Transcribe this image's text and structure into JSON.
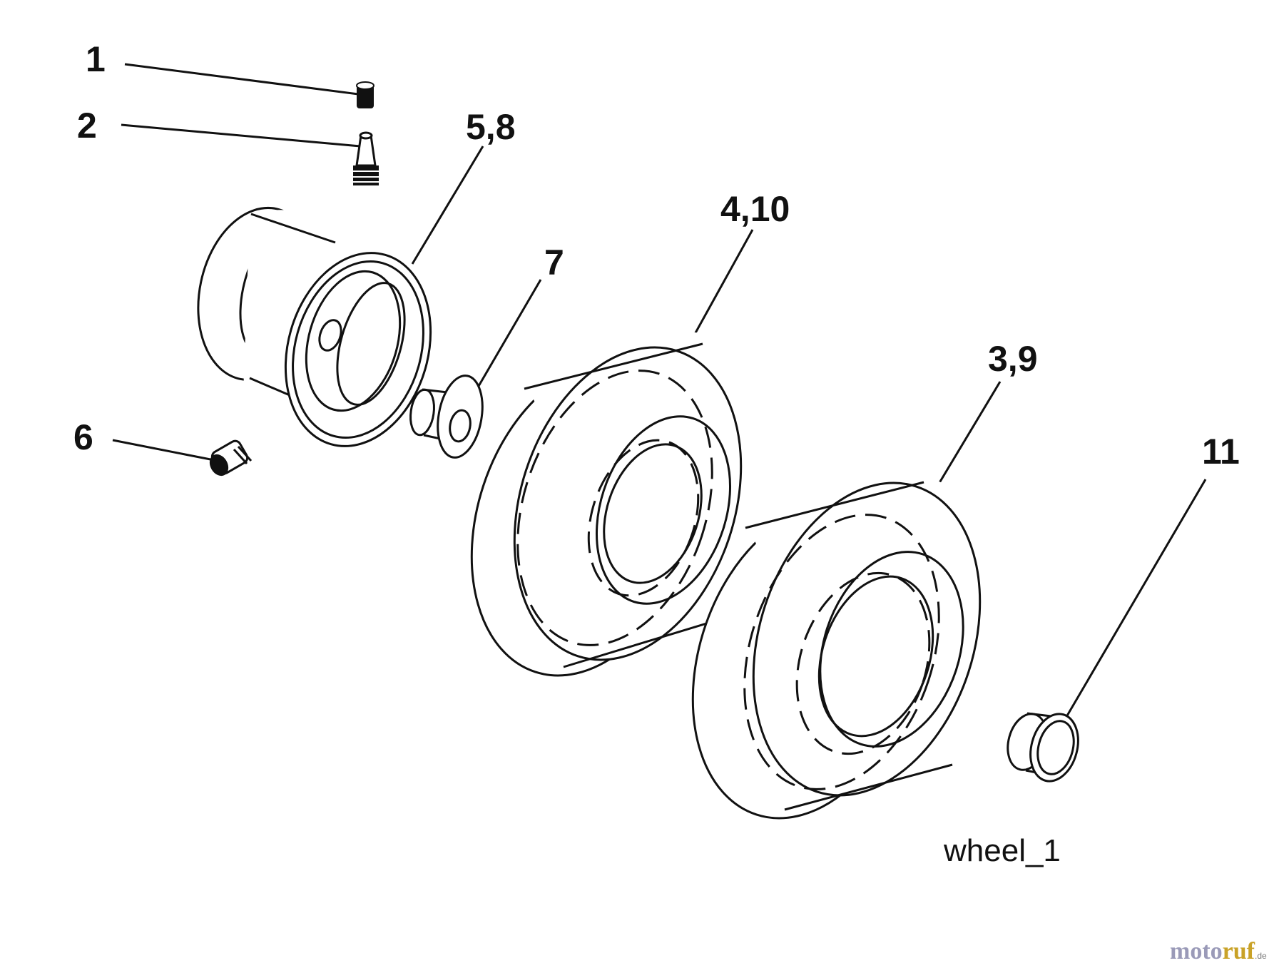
{
  "diagram": {
    "callouts": [
      "1",
      "2",
      "5,8",
      "4,10",
      "7",
      "3,9",
      "6",
      "11"
    ],
    "caption": "wheel_1"
  },
  "watermark": {
    "part1": "moto",
    "part2": "ruf",
    "suffix": ".de"
  },
  "colors": {
    "line": "#111111",
    "background": "#ffffff",
    "watermark_primary": "#9a9ab8",
    "watermark_accent": "#c9a227"
  }
}
